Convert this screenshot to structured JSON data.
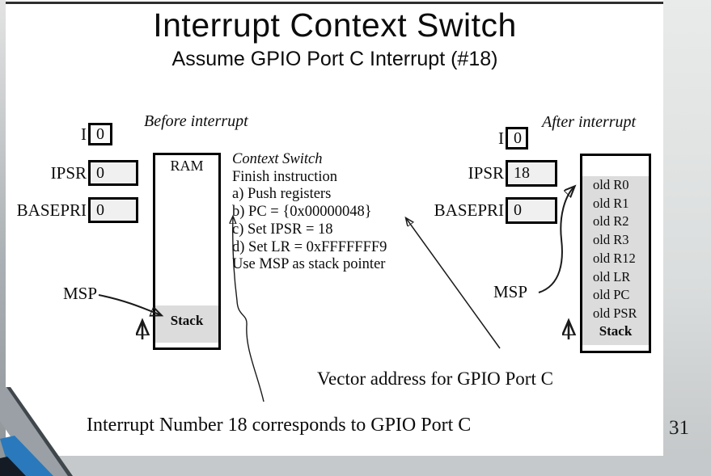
{
  "slide": {
    "title": "Interrupt Context Switch",
    "subtitle": "Assume GPIO Port C Interrupt (#18)",
    "page_number": "31"
  },
  "before": {
    "caption": "Before interrupt",
    "registers": {
      "i_label": "I",
      "i_value": "0",
      "ipsr_label": "IPSR",
      "ipsr_value": "0",
      "basepri_label": "BASEPRI",
      "basepri_value": "0"
    },
    "ram_label": "RAM",
    "stack_label": "Stack",
    "msp_label": "MSP"
  },
  "after": {
    "caption": "After interrupt",
    "registers": {
      "i_label": "I",
      "i_value": "0",
      "ipsr_label": "IPSR",
      "ipsr_value": "18",
      "basepri_label": "BASEPRI",
      "basepri_value": "0"
    },
    "stack_entries": [
      "old R0",
      "old R1",
      "old R2",
      "old R3",
      "old R12",
      "old LR",
      "old PC",
      "old PSR"
    ],
    "stack_label": "Stack",
    "msp_label": "MSP"
  },
  "context_switch": {
    "heading": "Context Switch",
    "lines": [
      "Finish instruction",
      "a) Push registers",
      "b) PC = {0x00000048}",
      "c) Set IPSR = 18",
      "d) Set LR = 0xFFFFFFF9",
      "Use MSP as stack pointer"
    ]
  },
  "annotations": {
    "vector_address": "Vector address for GPIO Port C",
    "interrupt_number": "Interrupt Number 18 corresponds to GPIO Port C"
  },
  "colors": {
    "ribbon_blue": "#2a79bd",
    "ribbon_navy": "#141b24",
    "ribbon_gray": "#9aa0a5",
    "register_box_fill": "#f0f0f0",
    "stack_fill": "#dcdcdc"
  }
}
